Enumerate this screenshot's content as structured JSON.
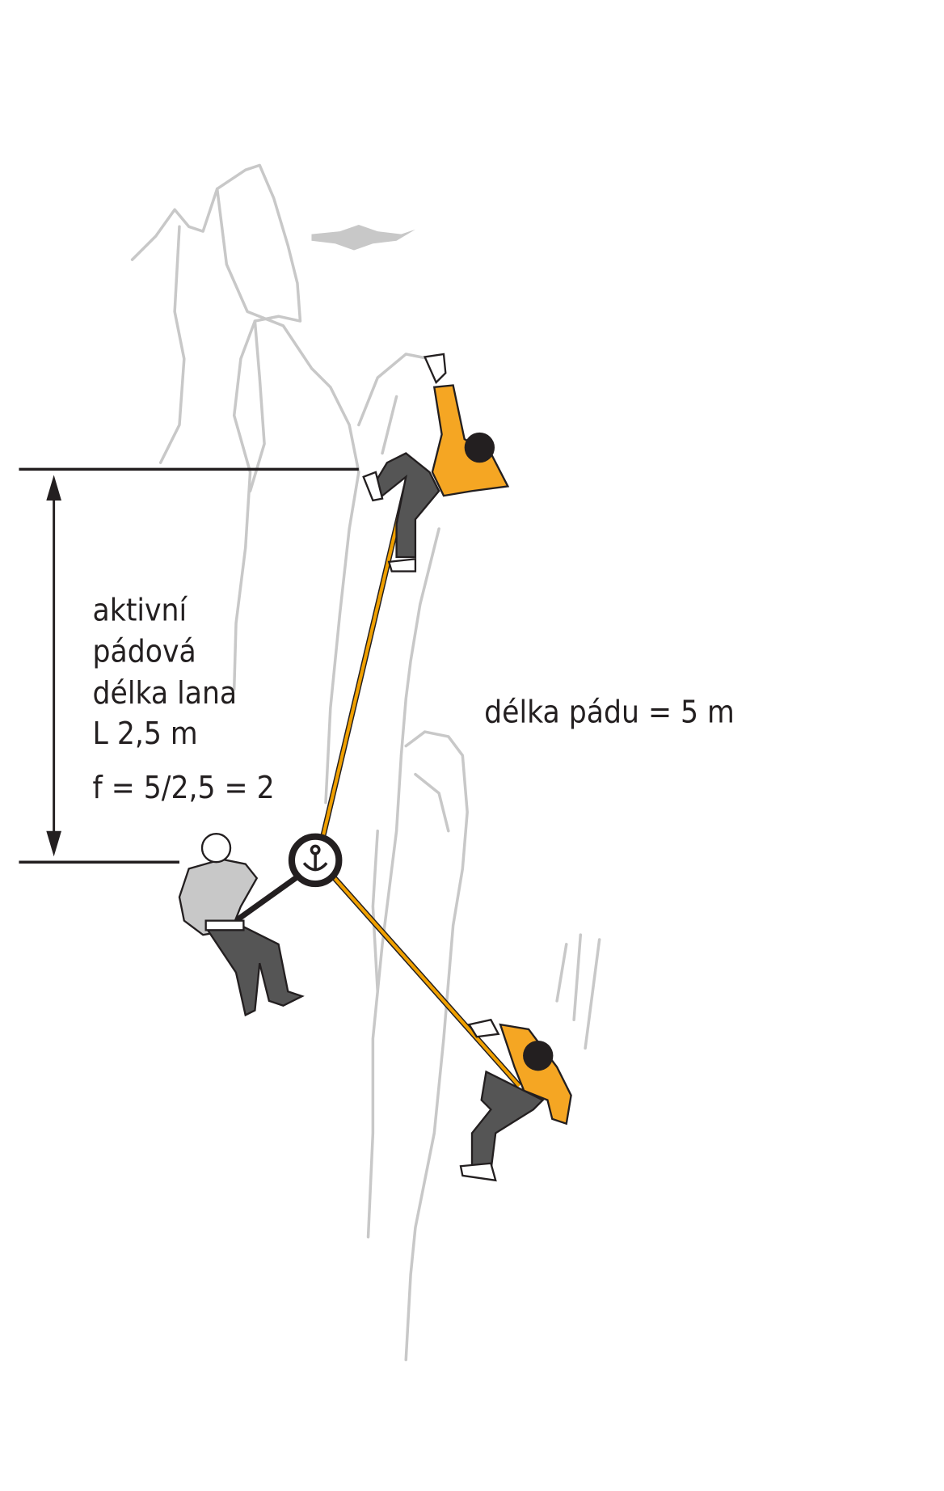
{
  "labels": {
    "active_line1": "aktivní",
    "active_line2": "pádová",
    "active_line3": "délka lana",
    "active_line4": "L 2,5 m",
    "formula": "f = 5/2,5 = 2",
    "fall_length": "délka pádu = 5 m"
  },
  "colors": {
    "rope": "#f0a000",
    "shirt": "#f5a623",
    "pants": "#555555",
    "rock": "#c8c8c8",
    "text": "#231f20"
  }
}
